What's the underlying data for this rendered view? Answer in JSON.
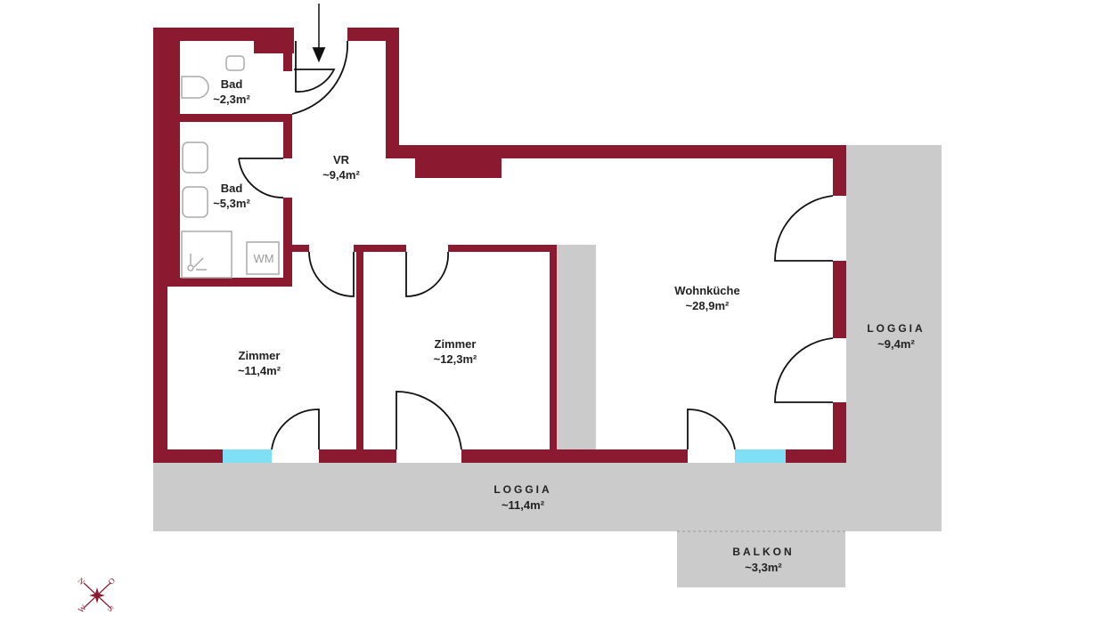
{
  "colors": {
    "wall": "#8B1A30",
    "outdoor": "#CBCBCB",
    "window": "#7FDFF5"
  },
  "rooms": [
    {
      "name": "Bad",
      "area": "~2,3m²"
    },
    {
      "name": "Bad",
      "area": "~5,3m²"
    },
    {
      "name": "VR",
      "area": "~9,4m²"
    },
    {
      "name": "Zimmer",
      "area": "~11,4m²"
    },
    {
      "name": "Zimmer",
      "area": "~12,3m²"
    },
    {
      "name": "Wohnküche",
      "area": "~28,9m²"
    }
  ],
  "outdoor": [
    {
      "name": "LOGGIA",
      "area": "~9,4m²"
    },
    {
      "name": "LOGGIA",
      "area": "~11,4m²"
    },
    {
      "name": "BALKON",
      "area": "~3,3m²"
    }
  ],
  "fixtures": {
    "washing_machine": "WM"
  },
  "compass": {
    "n": "N",
    "o": "O",
    "s": "S",
    "w": "W"
  }
}
